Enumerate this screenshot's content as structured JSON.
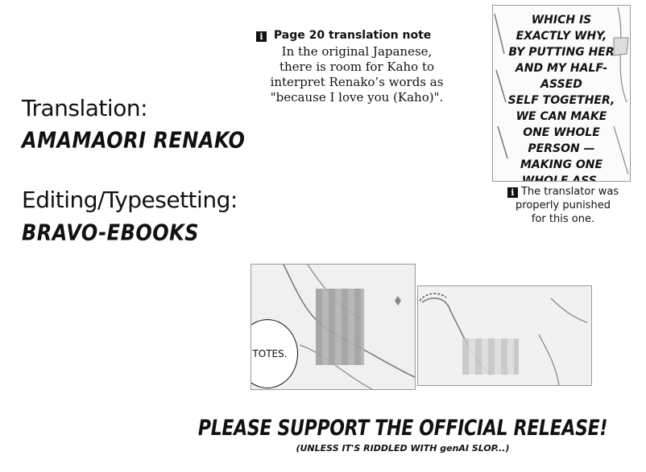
{
  "credits": {
    "translation_label": "Translation:",
    "translation_value": "AMAMAORI RENAKO",
    "editing_label": "Editing/Typesetting:",
    "editing_value": "BRAVO-EBOOKS"
  },
  "translation_note": {
    "icon": "i",
    "title": "Page 20 translation note",
    "lines": [
      "In the original Japanese,",
      "there is room for Kaho to",
      "interpret Renako’s words as",
      "\"because I love you (Kaho)\"."
    ]
  },
  "manga_panel": {
    "lines": [
      "WHICH IS",
      "EXACTLY WHY,",
      "BY PUTTING HER",
      "AND MY HALF-ASSED",
      "SELF TOGETHER,",
      "WE CAN MAKE",
      "ONE WHOLE",
      "PERSON —",
      "MAKING ONE",
      "WHOLE ASS."
    ]
  },
  "translator_note": {
    "icon": "i",
    "lines": [
      "The translator was",
      "properly punished",
      "for this one."
    ]
  },
  "left_image": {
    "speech": "TOTES."
  },
  "footer": {
    "support": "PLEASE SUPPORT THE OFFICIAL RELEASE!",
    "sub": "(UNLESS IT'S RIDDLED WITH genAI SLOP...)"
  }
}
